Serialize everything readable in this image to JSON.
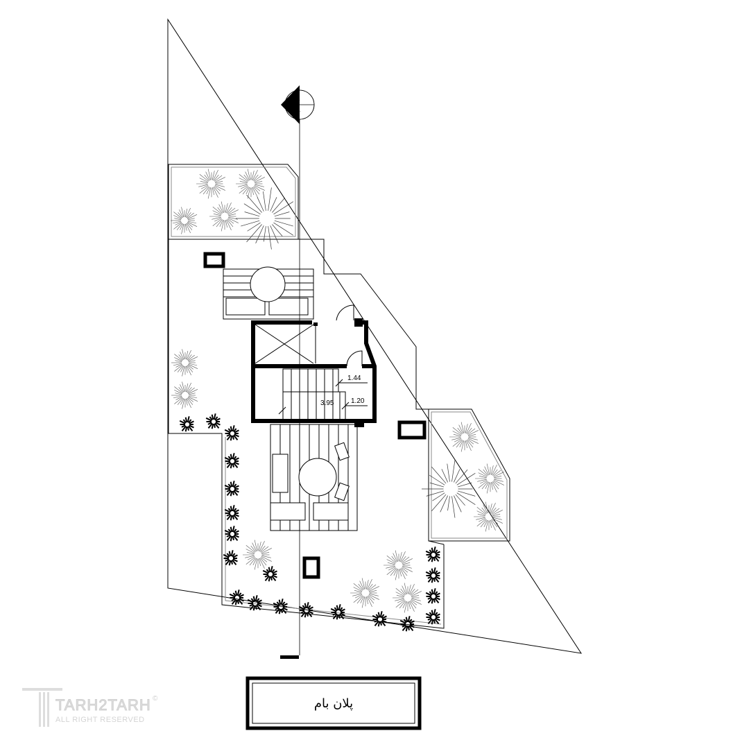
{
  "drawing": {
    "title": "پلان بام",
    "dimensions": [
      "1.44",
      "1.20",
      "3.95"
    ],
    "section_marker": {
      "top_label": "-",
      "bottom_label": "---"
    }
  },
  "watermark": {
    "brand": "TARH2TARH",
    "rights": "ALL RIGHT RESERVED",
    "copyright": "©"
  },
  "colors": {
    "ink": "#000000",
    "paper": "#ffffff",
    "watermark": "#d8d8d8"
  }
}
